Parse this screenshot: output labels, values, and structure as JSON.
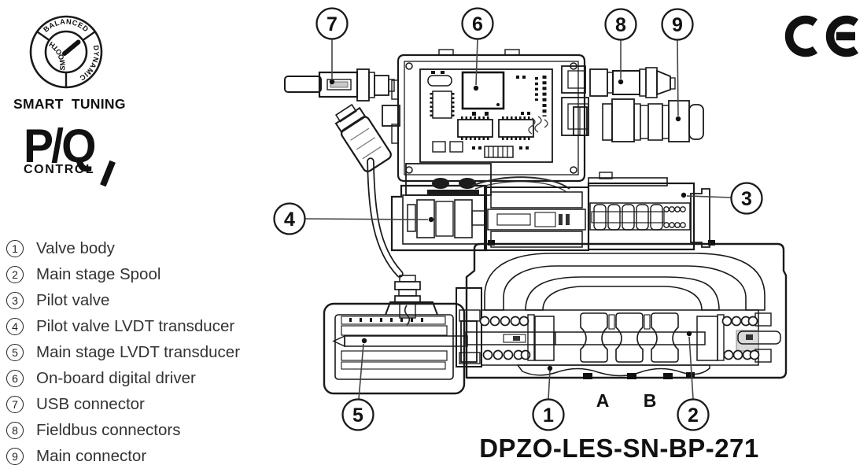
{
  "smart_tuning": {
    "label": "SMART TUNING",
    "balanced": "BALANCED",
    "dynamic": "DYNAMIC",
    "smooth": "SMOOTH"
  },
  "pq_control": {
    "big": "P/Q",
    "small": "CONTROL"
  },
  "ce_mark": {
    "label": "CE"
  },
  "legend": {
    "items": [
      {
        "num": "1",
        "label": "Valve body"
      },
      {
        "num": "2",
        "label": "Main stage Spool"
      },
      {
        "num": "3",
        "label": "Pilot valve"
      },
      {
        "num": "4",
        "label": "Pilot valve LVDT transducer"
      },
      {
        "num": "5",
        "label": "Main stage LVDT transducer"
      },
      {
        "num": "6",
        "label": "On-board digital driver"
      },
      {
        "num": "7",
        "label": "USB connector"
      },
      {
        "num": "8",
        "label": "Fieldbus connectors"
      },
      {
        "num": "9",
        "label": "Main connector"
      }
    ]
  },
  "diagram": {
    "model": "DPZO-LES-SN-BP-271",
    "port_a": "A",
    "port_b": "B",
    "callouts": {
      "c1": "1",
      "c2": "2",
      "c3": "3",
      "c4": "4",
      "c5": "5",
      "c6": "6",
      "c7": "7",
      "c8": "8",
      "c9": "9"
    }
  }
}
